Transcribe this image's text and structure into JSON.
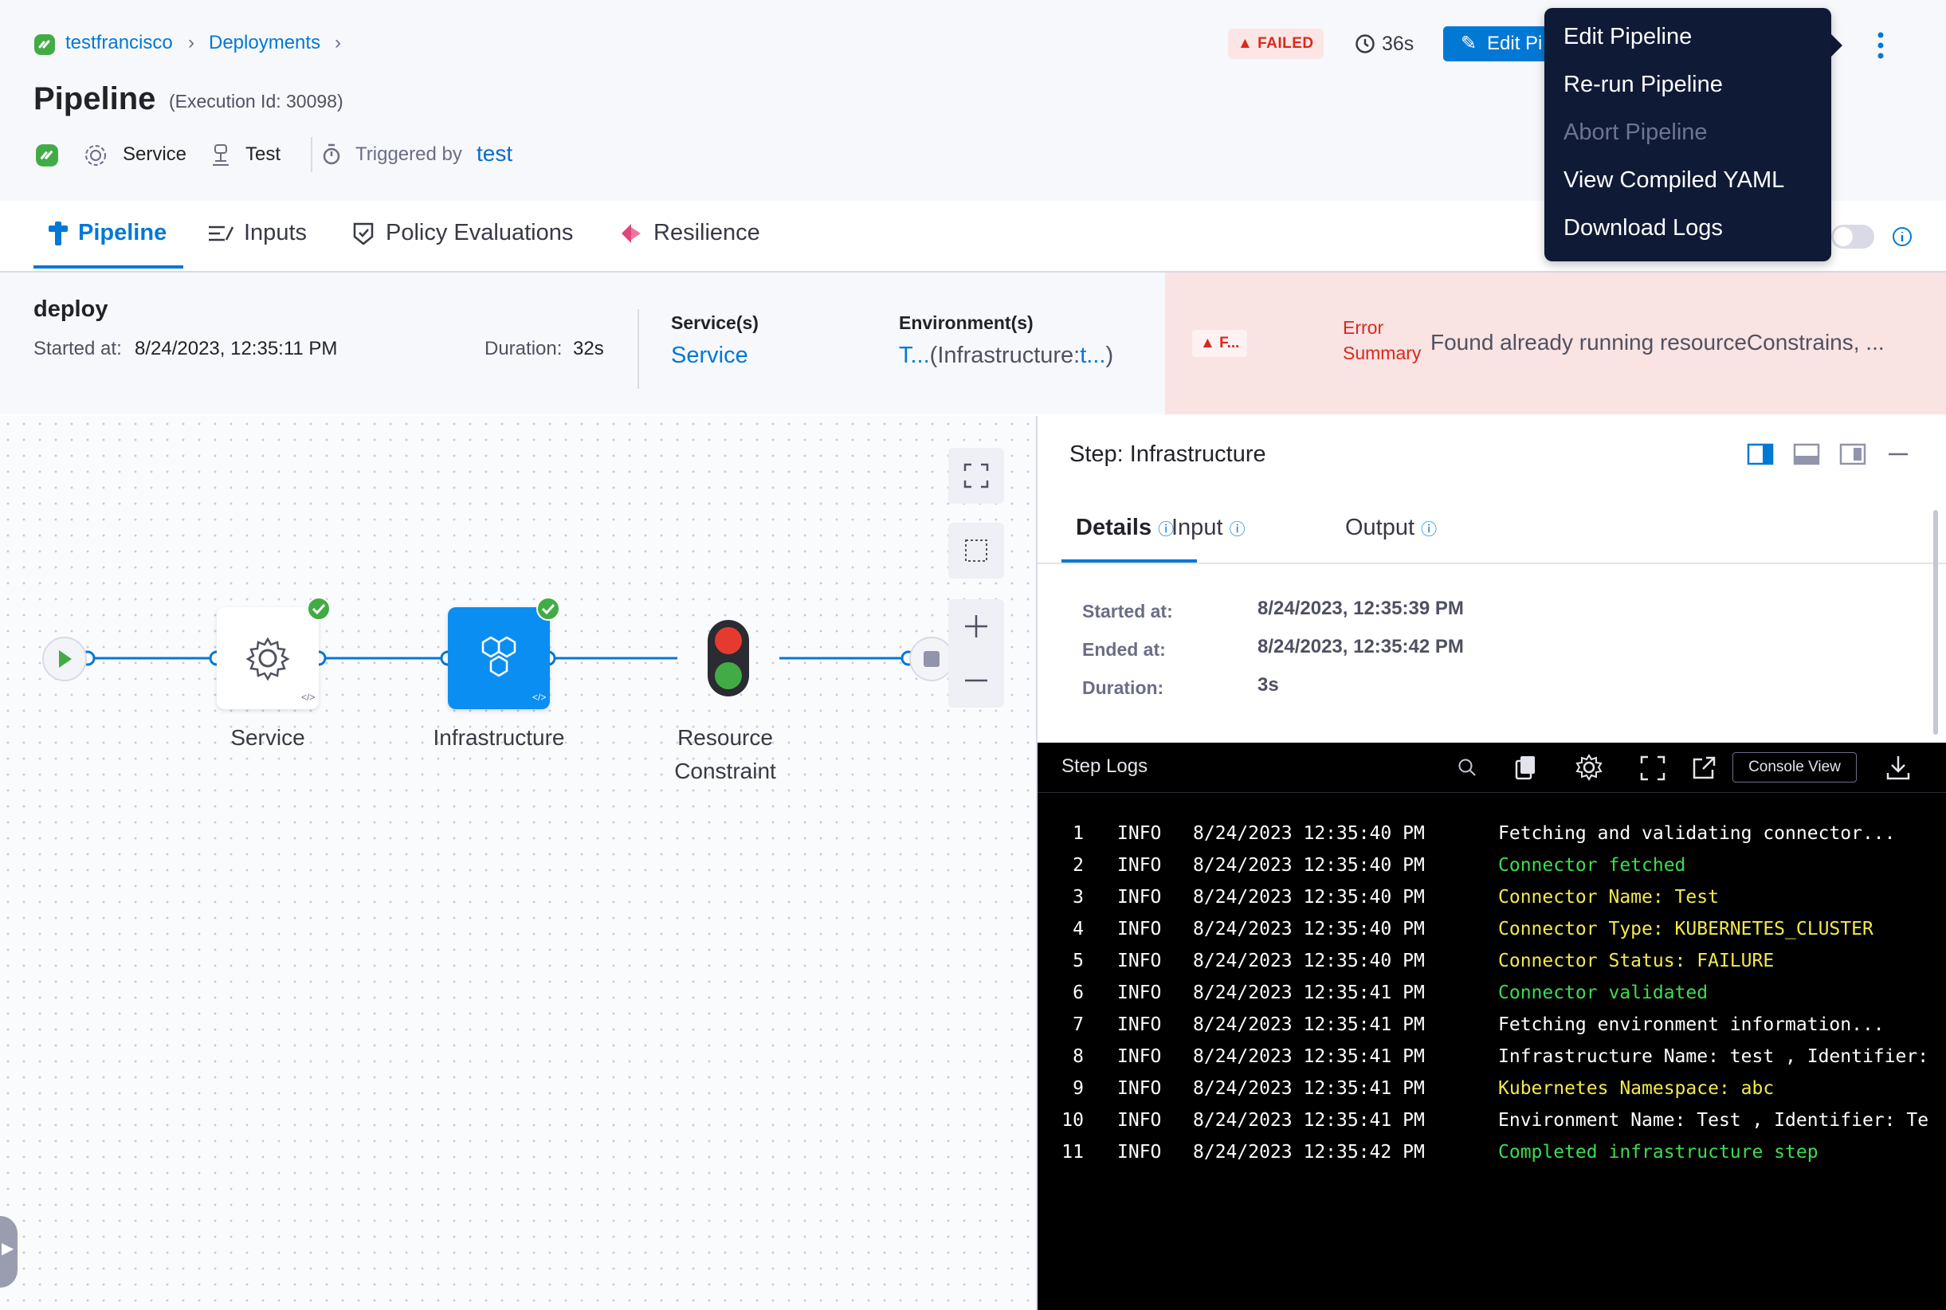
{
  "breadcrumb": {
    "project": "testfrancisco",
    "section": "Deployments"
  },
  "header": {
    "title": "Pipeline",
    "execution_id": "(Execution Id: 30098)",
    "service_label": "Service",
    "env_label": "Test",
    "triggered_by_label": "Triggered by",
    "triggered_by_user": "test",
    "status": "FAILED",
    "duration": "36s",
    "edit_button": "Edit Pi"
  },
  "menu": {
    "items": [
      {
        "label": "Edit Pipeline",
        "enabled": true
      },
      {
        "label": "Re-run Pipeline",
        "enabled": true
      },
      {
        "label": "Abort Pipeline",
        "enabled": false
      },
      {
        "label": "View Compiled YAML",
        "enabled": true
      },
      {
        "label": "Download Logs",
        "enabled": true
      }
    ]
  },
  "tabs": [
    "Pipeline",
    "Inputs",
    "Policy Evaluations",
    "Resilience"
  ],
  "stage": {
    "name": "deploy",
    "started_label": "Started at:",
    "started_value": "8/24/2023, 12:35:11 PM",
    "duration_label": "Duration:",
    "duration_value": "32s",
    "services_label": "Service(s)",
    "services_value": "Service",
    "env_label": "Environment(s)",
    "env_value_short": "T...",
    "env_value_infra": "(Infrastructure:",
    "env_value_infra_short": "t...",
    "env_value_close": ")"
  },
  "error": {
    "badge": "F...",
    "label_1": "Error",
    "label_2": "Summary",
    "message": "Found already running resourceConstrains, ..."
  },
  "graph": {
    "nodes": [
      {
        "label": "Service",
        "status": "success"
      },
      {
        "label": "Infrastructure",
        "status": "success"
      },
      {
        "label_1": "Resource",
        "label_2": "Constraint",
        "status": "waiting"
      }
    ]
  },
  "step_panel": {
    "title": "Step: Infrastructure",
    "tabs": [
      "Details",
      "Input",
      "Output"
    ],
    "started_label": "Started at:",
    "started_value": "8/24/2023, 12:35:39 PM",
    "ended_label": "Ended at:",
    "ended_value": "8/24/2023, 12:35:42 PM",
    "duration_label": "Duration:",
    "duration_value": "3s"
  },
  "logs": {
    "title": "Step Logs",
    "console_view": "Console View",
    "lines": [
      {
        "n": "1",
        "level": "INFO",
        "ts": "8/24/2023 12:35:40 PM",
        "msg": "Fetching and validating connector...",
        "color": "#ffffff"
      },
      {
        "n": "2",
        "level": "INFO",
        "ts": "8/24/2023 12:35:40 PM",
        "msg": "Connector fetched",
        "color": "#3ddc50"
      },
      {
        "n": "3",
        "level": "INFO",
        "ts": "8/24/2023 12:35:40 PM",
        "msg": "Connector Name: Test",
        "color": "#f2e94e"
      },
      {
        "n": "4",
        "level": "INFO",
        "ts": "8/24/2023 12:35:40 PM",
        "msg": "Connector Type: KUBERNETES_CLUSTER",
        "color": "#f2e94e"
      },
      {
        "n": "5",
        "level": "INFO",
        "ts": "8/24/2023 12:35:40 PM",
        "msg": "Connector Status: FAILURE",
        "color": "#f2e94e"
      },
      {
        "n": "6",
        "level": "INFO",
        "ts": "8/24/2023 12:35:41 PM",
        "msg": "Connector validated",
        "color": "#3ddc50"
      },
      {
        "n": "7",
        "level": "INFO",
        "ts": "8/24/2023 12:35:41 PM",
        "msg": "Fetching environment information...",
        "color": "#ffffff"
      },
      {
        "n": "8",
        "level": "INFO",
        "ts": "8/24/2023 12:35:41 PM",
        "msg": "Infrastructure Name: test , Identifier:",
        "color": "#ffffff"
      },
      {
        "n": "9",
        "level": "INFO",
        "ts": "8/24/2023 12:35:41 PM",
        "msg": "Kubernetes Namespace: abc",
        "color": "#f2e94e"
      },
      {
        "n": "10",
        "level": "INFO",
        "ts": "8/24/2023 12:35:41 PM",
        "msg": "Environment Name: Test , Identifier: Te",
        "color": "#ffffff"
      },
      {
        "n": "11",
        "level": "INFO",
        "ts": "8/24/2023 12:35:42 PM",
        "msg": "Completed infrastructure step",
        "color": "#3ddc50"
      }
    ]
  }
}
